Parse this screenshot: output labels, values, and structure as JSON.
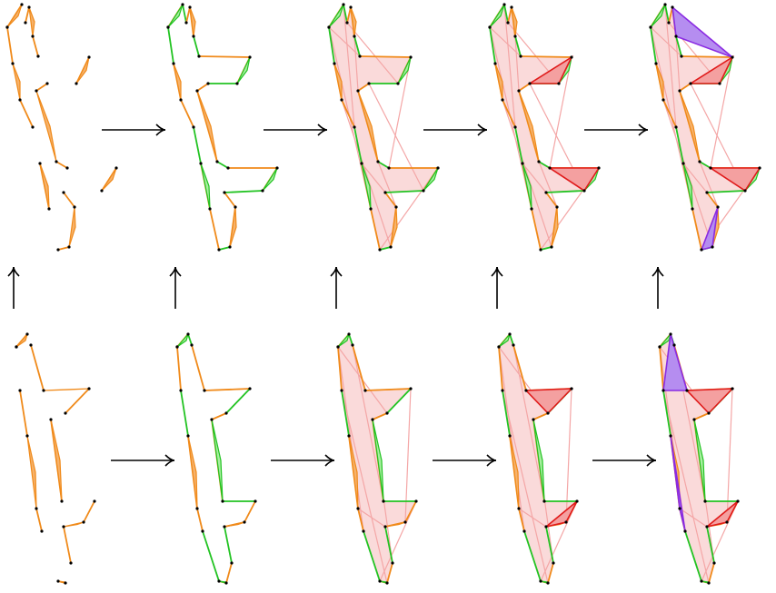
{
  "figure": {
    "rows": [
      {
        "id": "top-row",
        "panels": [
          {
            "id": "t1",
            "stage": 1
          },
          {
            "id": "t2",
            "stage": 2
          },
          {
            "id": "t3",
            "stage": 3
          },
          {
            "id": "t4",
            "stage": 4
          },
          {
            "id": "t5",
            "stage": 5
          }
        ]
      },
      {
        "id": "bottom-row",
        "panels": [
          {
            "id": "b1",
            "stage": 1
          },
          {
            "id": "b2",
            "stage": 2
          },
          {
            "id": "b3",
            "stage": 3
          },
          {
            "id": "b4",
            "stage": 4
          },
          {
            "id": "b5",
            "stage": 5
          }
        ]
      }
    ],
    "colors": {
      "orange": "#f08a1a",
      "green": "#22c322",
      "green_fill": "#a8efa0",
      "pink_edge": "#f4a6a6",
      "pink_fill": "#fadada",
      "red": "#e01a1a",
      "red_fill": "#f4a0a0",
      "purple": "#8a2be2",
      "purple_fill": "#b58df0",
      "arrow": "#000000",
      "vertex": "#000000"
    }
  }
}
